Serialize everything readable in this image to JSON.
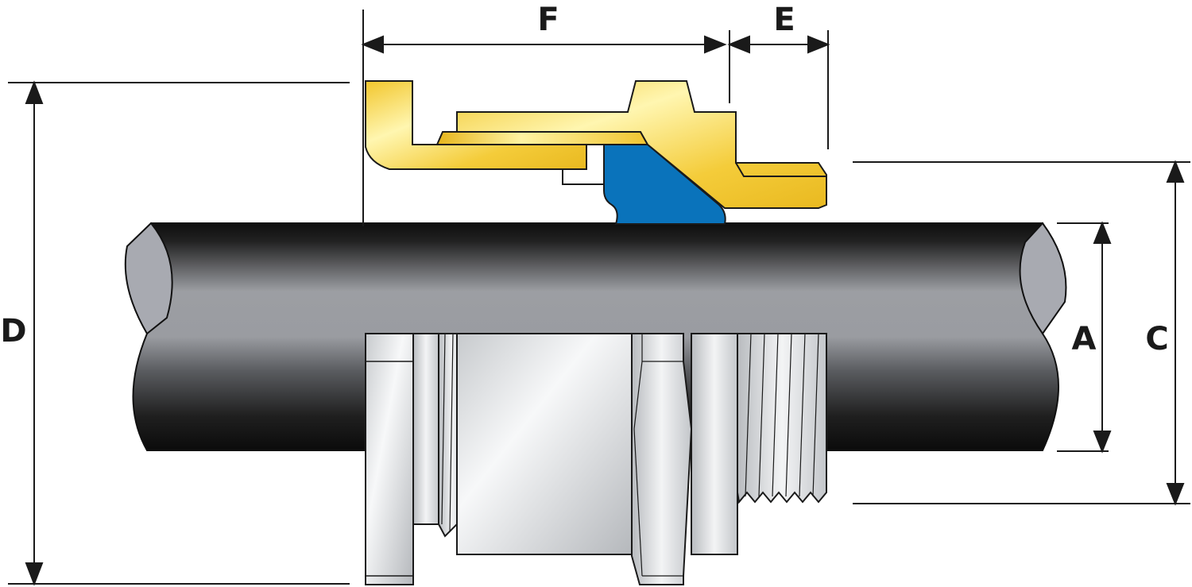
{
  "labels": {
    "F": "F",
    "E": "E",
    "D": "D",
    "A": "A",
    "C": "C"
  },
  "colors": {
    "brass_light": "#fff4a6",
    "brass_dark": "#e8b91e",
    "seal_blue": "#0a73bb",
    "cable_black": "#111111",
    "cable_gray": "#a9abb0",
    "cable_end": "#a6a8b0",
    "metal_light": "#f4f5f6",
    "metal_dark": "#b9bcc0",
    "line": "#1a1a1a"
  }
}
